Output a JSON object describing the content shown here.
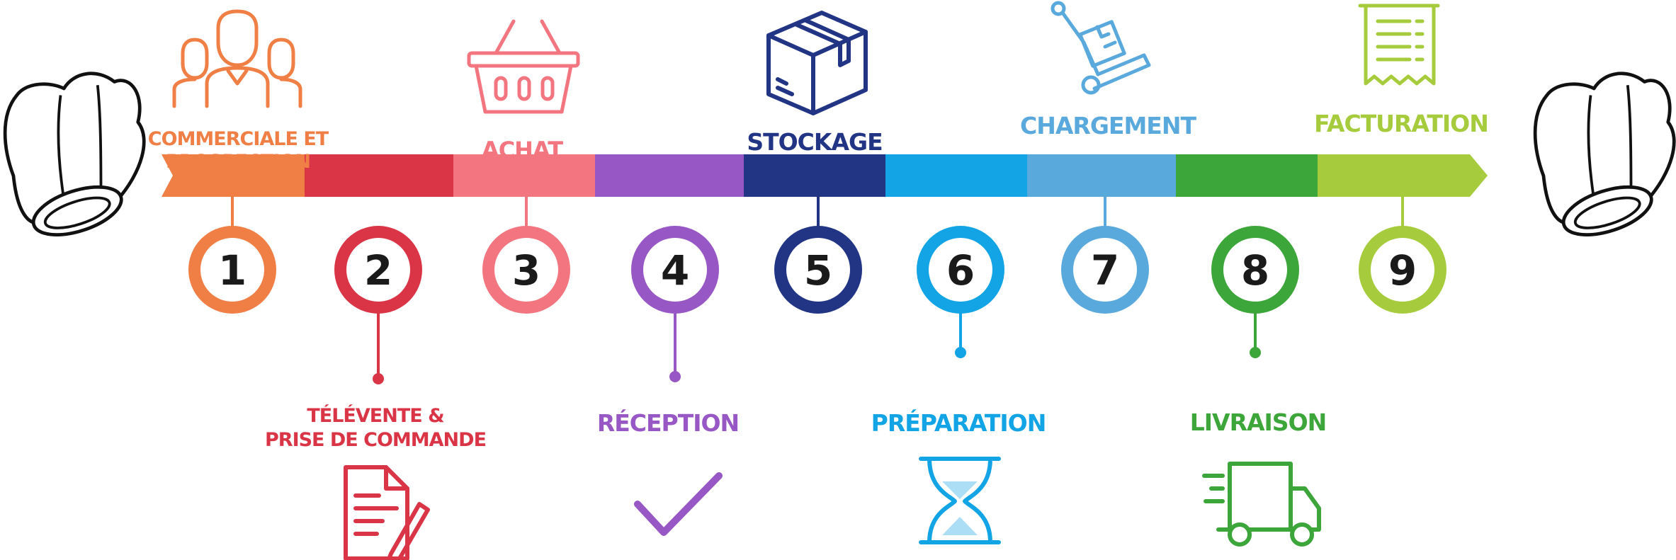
{
  "steps": [
    {
      "number": "1",
      "label_lines": [
        "COMMERCIALE ET",
        "PROSPECTION"
      ],
      "color": "#F07F45",
      "icon": "people-group-icon"
    },
    {
      "number": "2",
      "label_lines": [
        "TÉLÉVENTE &",
        "PRISE DE COMMANDE"
      ],
      "color": "#DA3546",
      "icon": "document-pen-icon"
    },
    {
      "number": "3",
      "label_lines": [
        "ACHAT"
      ],
      "color": "#F27580",
      "icon": "shopping-basket-icon"
    },
    {
      "number": "4",
      "label_lines": [
        "RÉCEPTION"
      ],
      "color": "#9757C4",
      "icon": "checkmark-icon"
    },
    {
      "number": "5",
      "label_lines": [
        "STOCKAGE"
      ],
      "color": "#223585",
      "icon": "box-icon"
    },
    {
      "number": "6",
      "label_lines": [
        "PRÉPARATION"
      ],
      "color": "#12A4E4",
      "icon": "hourglass-icon"
    },
    {
      "number": "7",
      "label_lines": [
        "CHARGEMENT"
      ],
      "color": "#5AA9DD",
      "icon": "hand-truck-icon"
    },
    {
      "number": "8",
      "label_lines": [
        "LIVRAISON"
      ],
      "color": "#3DA63A",
      "icon": "delivery-truck-icon"
    },
    {
      "number": "9",
      "label_lines": [
        "FACTURATION"
      ],
      "color": "#A6CB3C",
      "icon": "receipt-icon"
    }
  ],
  "decorations": {
    "left_icon": "chef-hat-icon",
    "right_icon": "chef-hat-icon"
  }
}
